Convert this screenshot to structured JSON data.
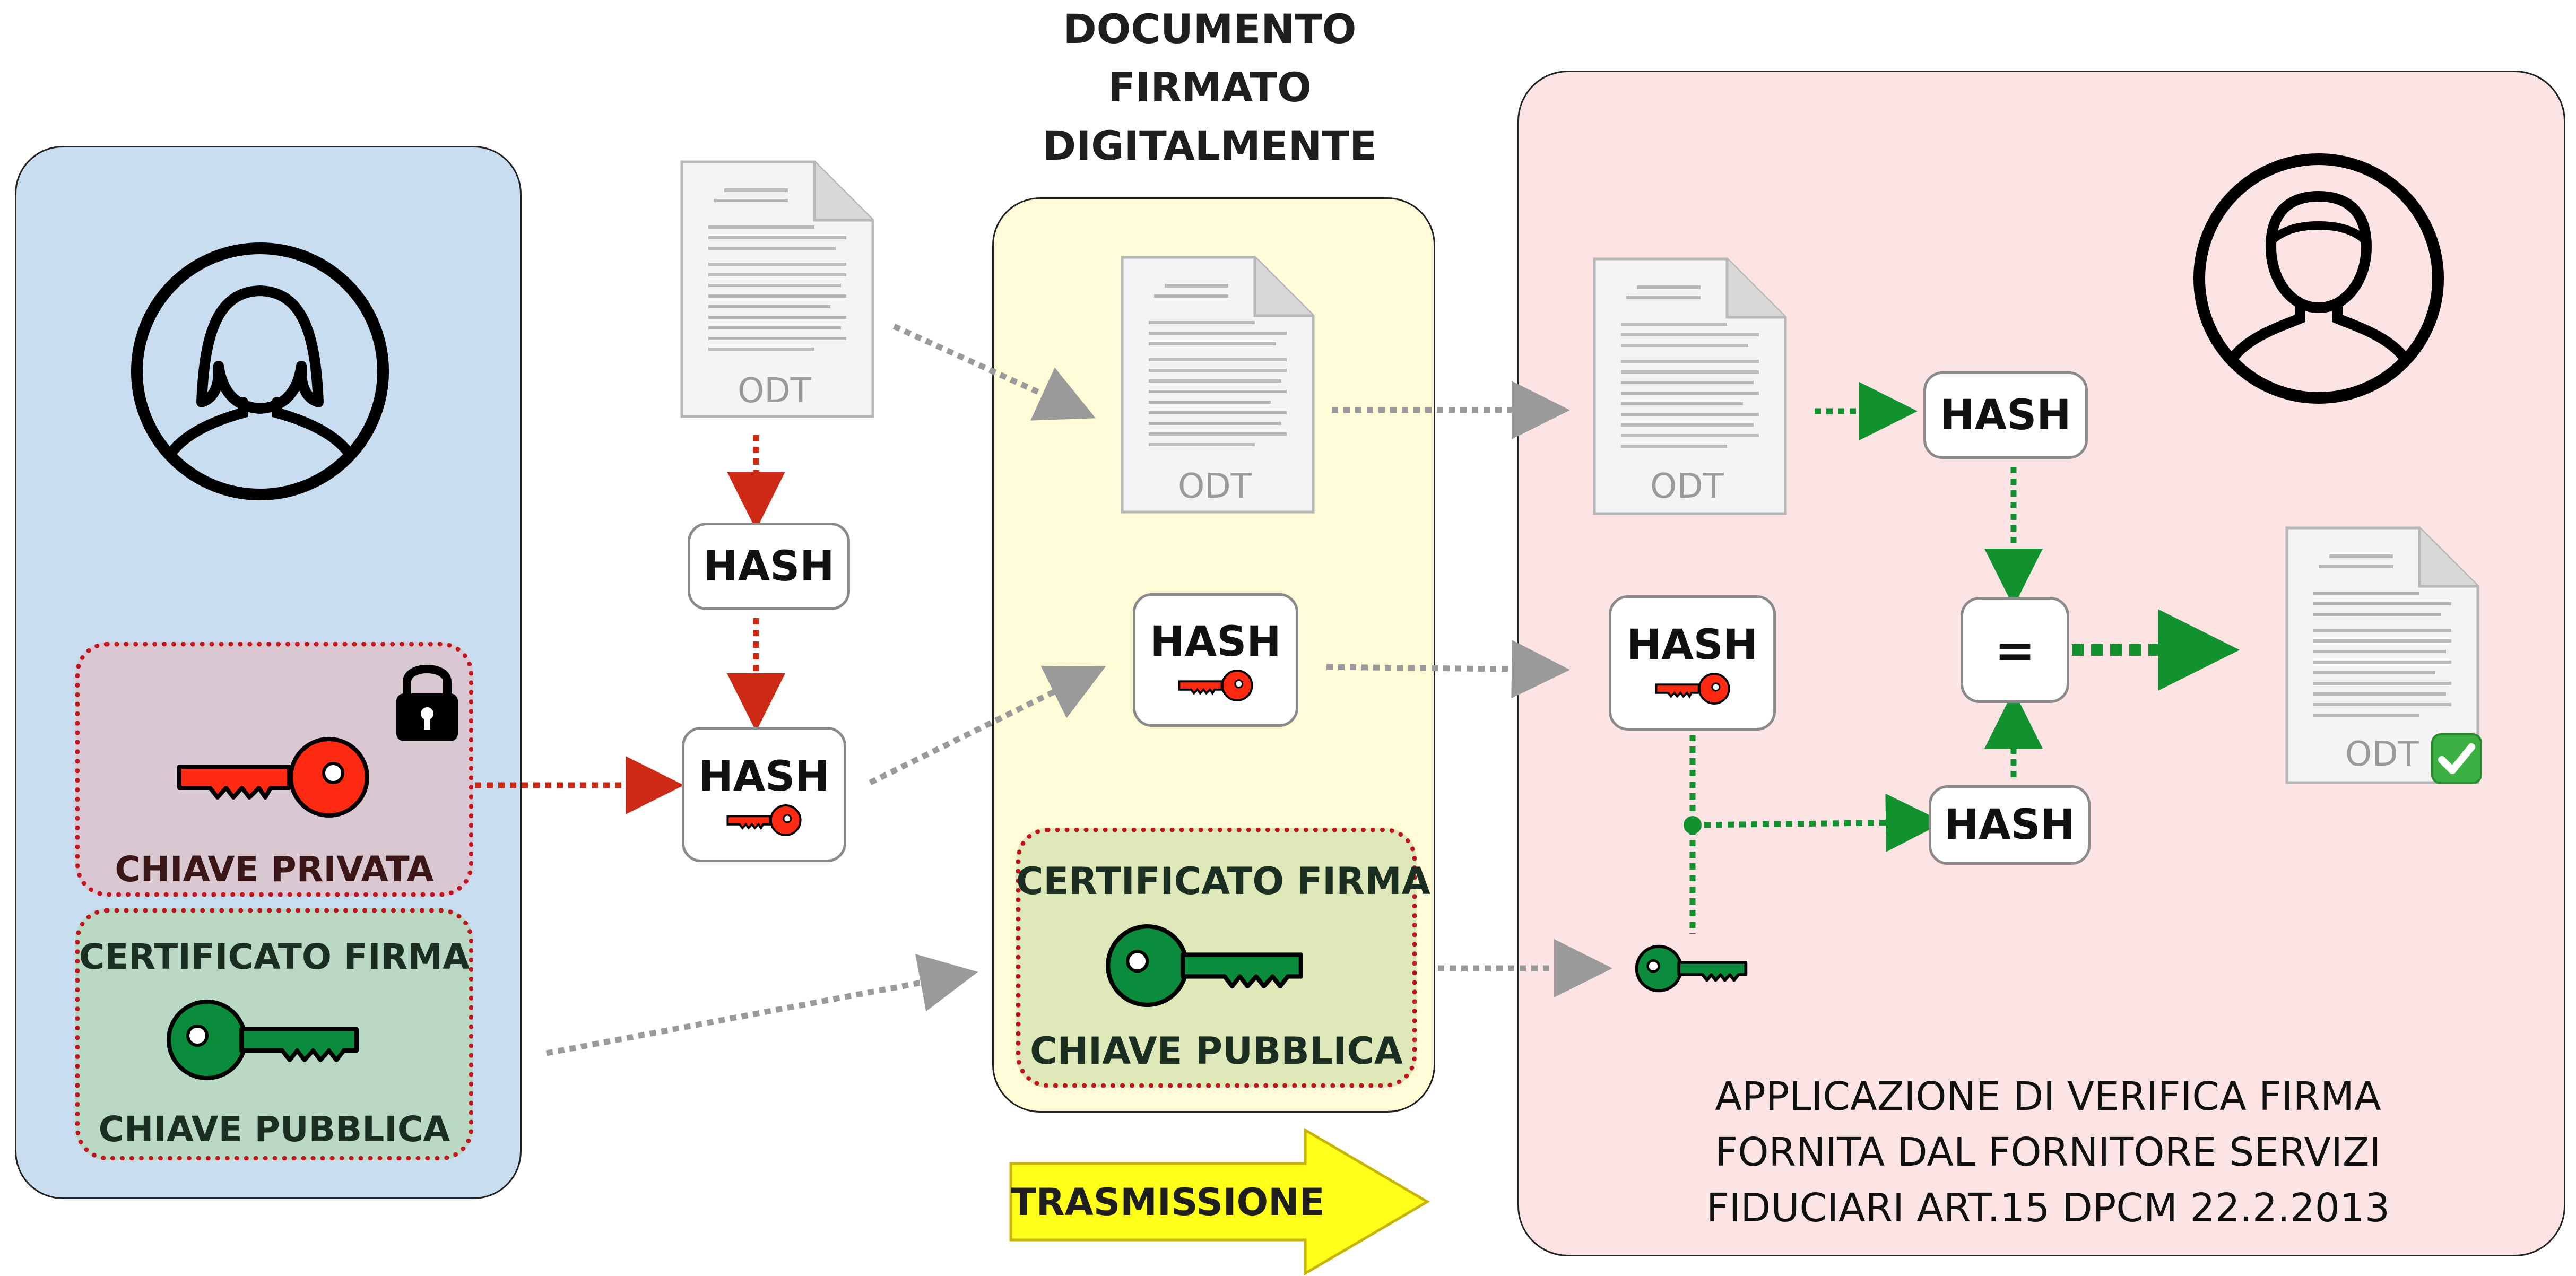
{
  "title": {
    "line1": "DOCUMENTO",
    "line2": "FIRMATO",
    "line3": "DIGITALMENTE"
  },
  "doc_label": "ODT",
  "hash_label": "HASH",
  "sender": {
    "private_key_label": "CHIAVE PRIVATA",
    "cert_label": "CERTIFICATO FIRMA",
    "public_key_label": "CHIAVE PUBBLICA"
  },
  "signed_doc": {
    "cert_label": "CERTIFICATO FIRMA",
    "public_key_label": "CHIAVE PUBBLICA"
  },
  "transmission_label": "TRASMISSIONE",
  "verification": {
    "equals_label": "=",
    "checkmark": "✅",
    "caption_line1": "APPLICAZIONE DI VERIFICA FIRMA",
    "caption_line2": "FORNITA DAL FORNITORE SERVIZI",
    "caption_line3": "FIDUCIARI ART.15 DPCM 22.2.2013"
  },
  "colors": {
    "sender_panel": "#c9ddf0",
    "signed_panel": "#fffbd6",
    "verify_panel": "#fde4e4",
    "private_zone": "#d9c8d1",
    "public_zone": "#b9d9c4",
    "cert_zone": "#dfe8b8",
    "private_key": "#ff2a12",
    "public_key": "#0b8c3c",
    "red_arrow": "#cc2a14",
    "gray_arrow": "#9a9a9a",
    "green_arrow": "#12922f",
    "transmission_arrow": "#ffff1a"
  },
  "icons": [
    "female-user-icon",
    "male-user-icon",
    "padlock-icon",
    "key-icon",
    "document-icon"
  ]
}
